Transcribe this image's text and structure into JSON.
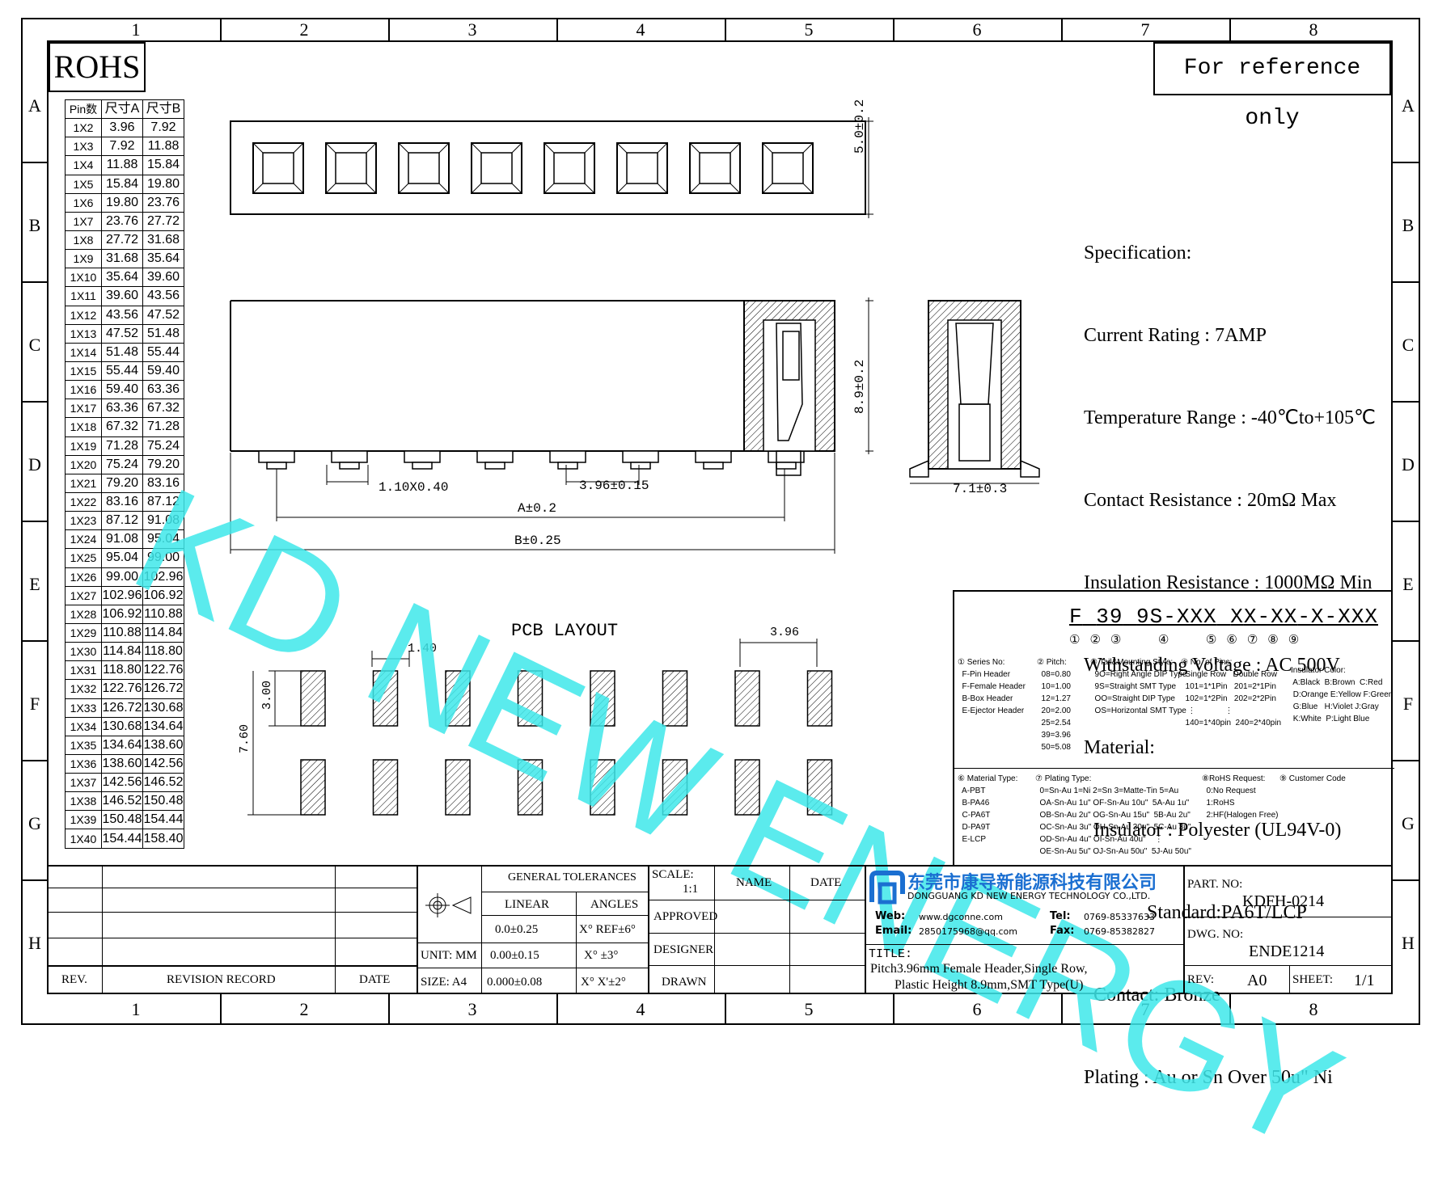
{
  "zones": {
    "columns": [
      "1",
      "2",
      "3",
      "4",
      "5",
      "6",
      "7",
      "8"
    ],
    "rows": [
      "A",
      "B",
      "C",
      "D",
      "E",
      "F",
      "G",
      "H"
    ]
  },
  "rohs": "ROHS",
  "reference_note": "For reference only",
  "watermark": "KD NEW ENERGY",
  "pin_table": {
    "headers": [
      "Pin数",
      "尺寸A",
      "尺寸B"
    ],
    "rows": [
      [
        "1X2",
        "3.96",
        "7.92"
      ],
      [
        "1X3",
        "7.92",
        "11.88"
      ],
      [
        "1X4",
        "11.88",
        "15.84"
      ],
      [
        "1X5",
        "15.84",
        "19.80"
      ],
      [
        "1X6",
        "19.80",
        "23.76"
      ],
      [
        "1X7",
        "23.76",
        "27.72"
      ],
      [
        "1X8",
        "27.72",
        "31.68"
      ],
      [
        "1X9",
        "31.68",
        "35.64"
      ],
      [
        "1X10",
        "35.64",
        "39.60"
      ],
      [
        "1X11",
        "39.60",
        "43.56"
      ],
      [
        "1X12",
        "43.56",
        "47.52"
      ],
      [
        "1X13",
        "47.52",
        "51.48"
      ],
      [
        "1X14",
        "51.48",
        "55.44"
      ],
      [
        "1X15",
        "55.44",
        "59.40"
      ],
      [
        "1X16",
        "59.40",
        "63.36"
      ],
      [
        "1X17",
        "63.36",
        "67.32"
      ],
      [
        "1X18",
        "67.32",
        "71.28"
      ],
      [
        "1X19",
        "71.28",
        "75.24"
      ],
      [
        "1X20",
        "75.24",
        "79.20"
      ],
      [
        "1X21",
        "79.20",
        "83.16"
      ],
      [
        "1X22",
        "83.16",
        "87.12"
      ],
      [
        "1X23",
        "87.12",
        "91.08"
      ],
      [
        "1X24",
        "91.08",
        "95.04"
      ],
      [
        "1X25",
        "95.04",
        "99.00"
      ],
      [
        "1X26",
        "99.00",
        "102.96"
      ],
      [
        "1X27",
        "102.96",
        "106.92"
      ],
      [
        "1X28",
        "106.92",
        "110.88"
      ],
      [
        "1X29",
        "110.88",
        "114.84"
      ],
      [
        "1X30",
        "114.84",
        "118.80"
      ],
      [
        "1X31",
        "118.80",
        "122.76"
      ],
      [
        "1X32",
        "122.76",
        "126.72"
      ],
      [
        "1X33",
        "126.72",
        "130.68"
      ],
      [
        "1X34",
        "130.68",
        "134.64"
      ],
      [
        "1X35",
        "134.64",
        "138.60"
      ],
      [
        "1X36",
        "138.60",
        "142.56"
      ],
      [
        "1X37",
        "142.56",
        "146.52"
      ],
      [
        "1X38",
        "146.52",
        "150.48"
      ],
      [
        "1X39",
        "150.48",
        "154.44"
      ],
      [
        "1X40",
        "154.44",
        "158.40"
      ]
    ]
  },
  "dimensions": {
    "height_top": "5.0±0.2",
    "height_side": "8.9±0.2",
    "pin_width": "1.10X0.40",
    "pitch": "3.96±0.15",
    "dim_a": "A±0.2",
    "dim_b": "B±0.25",
    "side_width": "7.1±0.3",
    "pcb_title": "PCB LAYOUT",
    "pcb_pad_w": "1.40",
    "pcb_pitch": "3.96",
    "pcb_pad_h": "3.00",
    "pcb_total_h": "7.60"
  },
  "spec": [
    "Specification:",
    "Current Rating : 7AMP",
    "Temperature Range : -40℃to+105℃",
    "Contact Resistance : 20mΩ Max",
    "Insulation Resistance : 1000MΩ Min",
    "Withstanding Voltage : AC 500V",
    "Material:",
    "  Insulator : Polyester (UL94V-0)",
    "             Standard:PA6T/LCP",
    "  Contact: Bronze",
    "Plating : Au or Sn Over 50u\" Ni"
  ],
  "part_code": {
    "segments": [
      "F",
      "39",
      "9S-XXX",
      "X",
      "X",
      "-XX",
      "-X",
      "-XXX"
    ],
    "markers": [
      "①",
      "②",
      "③",
      "④",
      "⑤",
      "⑥",
      "⑦",
      "⑧",
      "⑨"
    ],
    "legend_1": "① Series No:\n  F-Pin Header\n  F-Female Header\n  B-Box Header\n  E-Ejector Header",
    "legend_2": "② Pitch:\n  08=0.80\n  10=1.00\n  12=1.27\n  20=2.00\n  25=2.54\n  39=3.96\n  50=5.08",
    "legend_3": "③ Tail&Mounting Style:\n  9O=Right Angle DIP Type\n  9S=Straight SMT Type\n  OO=Straight DIP Type\n  OS=Horizontal SMT Type",
    "legend_4": "④ No. of Pins:\n  Single Row   Double Row\n  101=1*1Pin   201=2*1Pin\n  102=1*2Pin   202=2*2Pin\n   ⋮             ⋮\n  140=1*40pin  240=2*40pin",
    "legend_5": "Insulator Color:\n A:Black  B:Brown  C:Red\n D:Orange E:Yellow F:Green\n G:Blue   H:Violet J:Gray\n K:White  P:Light Blue",
    "legend_6": "⑥ Material Type:\n  A-PBT\n  B-PA46\n  C-PA6T\n  D-PA9T\n  E-LCP",
    "legend_7": "⑦ Plating Type:\n  0=Sn-Au 1=Ni 2=Sn 3=Matte-Tin 5=Au\n  OA-Sn-Au 1u\" OF-Sn-Au 10u\"  5A-Au 1u\"\n  OB-Sn-Au 2u\" OG-Sn-Au 15u\"  5B-Au 2u\"\n  OC-Sn-Au 3u\" OH-Sn-Au 30u\"  5C-Au 3u\"\n  OD-Sn-Au 4u\" OI-Sn-Au 40u\"    ⋮\n  OE-Sn-Au 5u\" OJ-Sn-Au 50u\"  5J-Au 50u\"",
    "legend_8": "⑧RoHS Request:\n  0:No Request\n  1:RoHS\n  2:HF(Halogen Free)",
    "legend_9": "⑨ Customer Code"
  },
  "title_block": {
    "rev": "REV.",
    "revision_record": "REVISION RECORD",
    "date": "DATE",
    "general_tolerances": "GENERAL TOLERANCES",
    "linear": "LINEAR",
    "angles": "ANGLES",
    "lin1": "0.0±0.25",
    "lin2": "0.00±0.15",
    "lin3": "0.000±0.08",
    "ang1": "X° REF±6°",
    "ang2": "X° ±3°",
    "ang3": "X° X'±2°",
    "unit": "UNIT: MM",
    "size": "SIZE: A4",
    "scale_label": "SCALE:",
    "scale_value": "1:1",
    "name": "NAME",
    "date2": "DATE",
    "approved": "APPROVED",
    "designer": "DESIGNER",
    "drawn": "DRAWN",
    "company_cn": "东莞市康导新能源科技有限公司",
    "company_en": "DONGGUANG KD NEW ENERGY TECHNOLOGY CO.,LTD.",
    "web_label": "Web:",
    "web": "www.dgconne.com",
    "tel_label": "Tel:",
    "tel": "0769-85337633",
    "email_label": "Email:",
    "email": "2850175968@qq.com",
    "fax_label": "Fax:",
    "fax": "0769-85382827",
    "title_label": "TITLE:",
    "title_1": "Pitch3.96mm Female Header,Single Row,",
    "title_2": "Plastic Height 8.9mm,SMT Type(U)",
    "part_no_label": "PART. NO:",
    "part_no": "KDFH-0214",
    "dwg_no_label": "DWG. NO:",
    "dwg_no": "ENDE1214",
    "rev_label": "REV:",
    "rev_value": "A0",
    "sheet_label": "SHEET:",
    "sheet_value": "1/1"
  }
}
